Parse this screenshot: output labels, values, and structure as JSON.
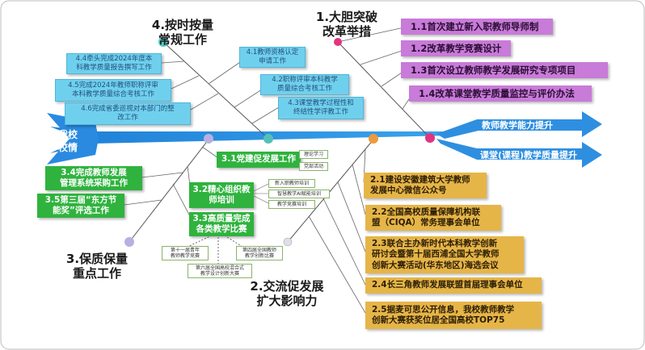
{
  "head": {
    "label": "我校\n校情"
  },
  "arrows": {
    "top": "教师教学能力提升",
    "bottom": "课堂(课程)教学质量提升"
  },
  "branch1": {
    "title": "1.大胆突破\n改革举措",
    "items": [
      "1.1首次建立新入职教师导师制",
      "1.2改革教学竞赛设计",
      "1.3首次设立教师教学发展研究专项项目",
      "1.4改革课堂教学质量监控与评价办法"
    ],
    "colors": {
      "box": "#c87bd8",
      "head": "#e0357f"
    }
  },
  "branch2": {
    "title": "2.交流促发展\n扩大影响力",
    "items": [
      "2.1建设安徽建筑大学教师\n发展中心微信公众号",
      "2.2全国高校质量保障机构联\n盟（CIQA）常务理事会单位",
      "2.3联合主办新时代本科教学创新\n研讨会暨第十届西浦全国大学教师\n创新大赛活动(华东地区)海选会议",
      "2.4长三角教师发展联盟首届理事会单位",
      "2.5据麦可思公开信息，我校教师教学\n创新大赛获奖位居全国高校TOP75"
    ],
    "colors": {
      "box": "#e6b548"
    }
  },
  "branch3": {
    "title": "3.保质保量\n重点工作",
    "items": [
      "3.1党建促发展工作",
      "3.2精心组织教\n师培训",
      "3.3高质量完成\n各类教学比赛",
      "3.4完成教师发展\n管理系统采购工作",
      "3.5第三届“东方节\n能奖”评选工作"
    ],
    "sub31": [
      "理论学习",
      "党部活动"
    ],
    "sub32": [
      "新入职教师培训",
      "智慧教学AI赋能培训",
      "教学竞赛培训"
    ],
    "sub33": [
      "第十一届青年\n教师教学竞赛",
      "第四届全国教师\n教学创新比赛",
      "第六届全国高校混合式\n教学设计创新大赛"
    ],
    "colors": {
      "box": "#2fb33e"
    }
  },
  "branch4": {
    "title": "4.按时按量\n常规工作",
    "items": [
      "4.1教师资格认定\n申请工作",
      "4.2职称评审本科教学\n质量综合考核工作",
      "4.3课堂教学过程性和\n终结性学评教工作",
      "4.4牵头完成2024年度本\n科教学质量报告撰写工作",
      "4.5完成2024年教师职称评审\n本科教学质量综合考核工作",
      "4.6完成省委巡视对本部门的整\n改工作"
    ],
    "colors": {
      "box": "#6fd0ee"
    }
  }
}
